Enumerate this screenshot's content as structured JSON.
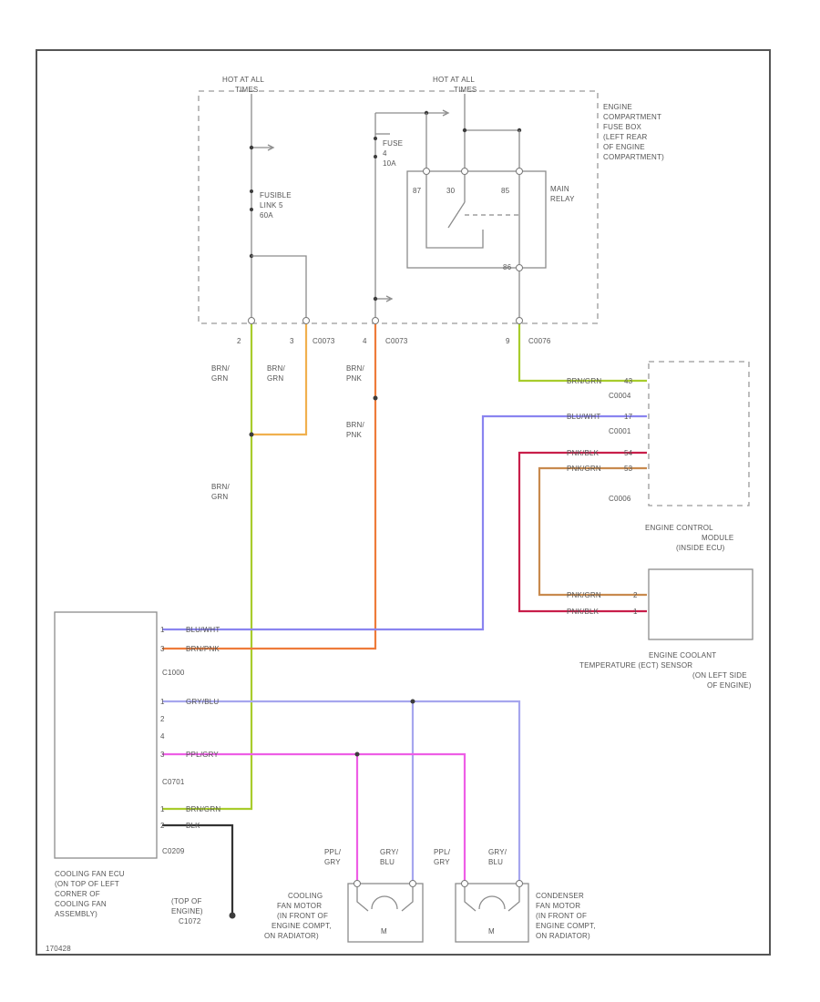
{
  "diagram": {
    "hot_left": [
      "HOT AT ALL",
      "TIMES"
    ],
    "hot_right": [
      "HOT AT ALL",
      "TIMES"
    ],
    "fuse_box": [
      "ENGINE",
      "COMPARTMENT",
      "FUSE BOX",
      "(LEFT REAR",
      "OF ENGINE",
      "COMPARTMENT)"
    ],
    "fusible_link": [
      "FUSIBLE",
      "LINK 5",
      "60A"
    ],
    "fuse": [
      "FUSE",
      "4",
      "10A"
    ],
    "relay_label": [
      "MAIN",
      "RELAY"
    ],
    "relay_pins": {
      "p87": "87",
      "p30": "30",
      "p85": "85",
      "p86": "86"
    },
    "connector_pins": {
      "c2": "2",
      "c3": "3",
      "c4": "4",
      "c9": "9"
    },
    "connectors": {
      "c0073a": "C0073",
      "c0073b": "C0073",
      "c0076": "C0076",
      "c0004": "C0004",
      "c0001": "C0001",
      "c0006": "C0006",
      "c1000": "C1000",
      "c0701": "C0701",
      "c0209": "C0209"
    },
    "wire_labels": {
      "brn_grn_1": [
        "BRN/",
        "GRN"
      ],
      "brn_grn_2": [
        "BRN/",
        "GRN"
      ],
      "brn_grn_3": [
        "BRN/",
        "GRN"
      ],
      "brn_pnk_1": [
        "BRN/",
        "PNK"
      ],
      "brn_pnk_2": [
        "BRN/",
        "PNK"
      ],
      "ppl_grn_left": [
        "PPL/",
        "GRY"
      ],
      "gry_blu_left": [
        "GRY/",
        "BLU"
      ],
      "ppl_grn_right": [
        "PPL/",
        "GRY"
      ],
      "gry_blu_right": [
        "GRY/",
        "BLU"
      ]
    },
    "ecm_wires": {
      "w1": "BRN/GRN",
      "w2": "BLU/WHT",
      "w3": "PNK/BLK",
      "w4": "PNK/GRN",
      "p1": "43",
      "p2": "17",
      "p3": "54",
      "p4": "53"
    },
    "ect_wires": {
      "w1": "PNK/GRN",
      "w2": "PNK/BLK",
      "p1": "2",
      "p2": "1"
    },
    "ecm_label": [
      "ENGINE CONTROL",
      "MODULE",
      "(INSIDE ECU)"
    ],
    "ect_label": [
      "ENGINE COOLANT",
      "TEMPERATURE (ECT) SENSOR",
      "(ON LEFT SIDE",
      "OF ENGINE)"
    ],
    "fan_ecu_wires": {
      "w1": "BLU/WHT",
      "w2": "BRN/PNK",
      "w3": "GRY/BLU",
      "w4": "PPL/GRY",
      "w5": "BRN/GRN",
      "w6": "BLK",
      "p1": "1",
      "p2": "3",
      "p3": "1",
      "p4": "2",
      "p5": "4",
      "p6": "3",
      "p7": "1",
      "p8": "2"
    },
    "fan_ecu_label": [
      "COOLING FAN ECU",
      "(ON TOP OF LEFT",
      "CORNER OF",
      "COOLING FAN",
      "ASSEMBLY)"
    ],
    "ground_label": [
      "(TOP OF",
      "ENGINE)",
      "C1072"
    ],
    "cooling_motor_label": [
      "COOLING",
      "FAN MOTOR",
      "(IN FRONT OF",
      "ENGINE COMPT,",
      "ON RADIATOR)"
    ],
    "condenser_motor_label": [
      "CONDENSER",
      "FAN MOTOR",
      "(IN FRONT OF",
      "ENGINE COMPT,",
      "ON RADIATOR)"
    ],
    "motor_symbol": "M",
    "footer_code": "170428"
  },
  "colors": {
    "brn_grn": "#a8cc2c",
    "blu_wht": "#8a84f0",
    "brn_pnk": "#ee7b3a",
    "orange_light": "#f0b04e",
    "pnk_blk": "#c81e4a",
    "pnk_grn": "#c88a4e",
    "gry_blu": "#a6a6ee",
    "ppl_gry": "#ee5ee6",
    "blk": "#333333"
  }
}
